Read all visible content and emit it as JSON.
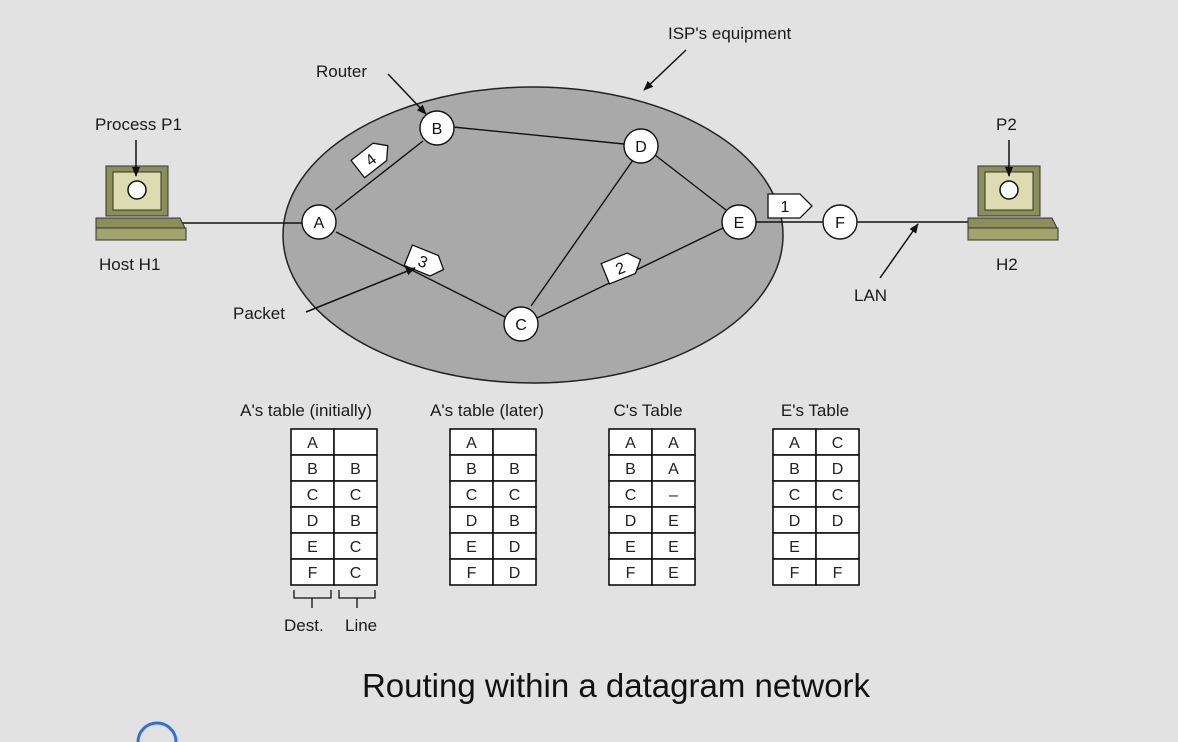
{
  "caption": "Routing within a datagram network",
  "labels": {
    "isp": "ISP's equipment",
    "router": "Router",
    "process_p1": "Process P1",
    "p2": "P2",
    "host_h1": "Host H1",
    "h2": "H2",
    "packet": "Packet",
    "lan": "LAN",
    "dest": "Dest.",
    "line": "Line"
  },
  "nodes": [
    "A",
    "B",
    "C",
    "D",
    "E",
    "F"
  ],
  "packets": [
    "1",
    "2",
    "3",
    "4"
  ],
  "tables": [
    {
      "title": "A's table  (initially)",
      "rows": [
        [
          "A",
          ""
        ],
        [
          "B",
          "B"
        ],
        [
          "C",
          "C"
        ],
        [
          "D",
          "B"
        ],
        [
          "E",
          "C"
        ],
        [
          "F",
          "C"
        ]
      ]
    },
    {
      "title": "A's table  (later)",
      "rows": [
        [
          "A",
          ""
        ],
        [
          "B",
          "B"
        ],
        [
          "C",
          "C"
        ],
        [
          "D",
          "B"
        ],
        [
          "E",
          "D"
        ],
        [
          "F",
          "D"
        ]
      ]
    },
    {
      "title": "C's Table",
      "rows": [
        [
          "A",
          "A"
        ],
        [
          "B",
          "A"
        ],
        [
          "C",
          "–"
        ],
        [
          "D",
          "E"
        ],
        [
          "E",
          "E"
        ],
        [
          "F",
          "E"
        ]
      ]
    },
    {
      "title": "E's Table",
      "rows": [
        [
          "A",
          "C"
        ],
        [
          "B",
          "D"
        ],
        [
          "C",
          "C"
        ],
        [
          "D",
          "D"
        ],
        [
          "E",
          ""
        ],
        [
          "F",
          "F"
        ]
      ]
    }
  ]
}
